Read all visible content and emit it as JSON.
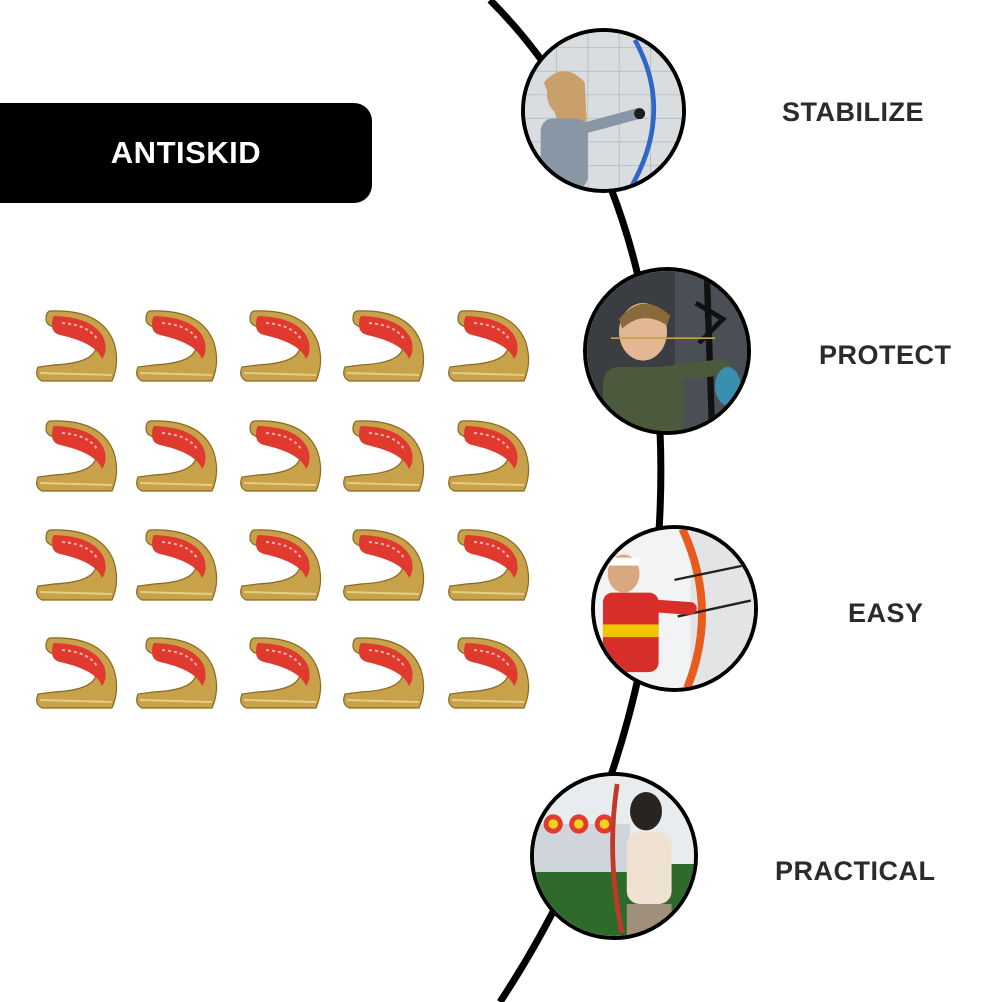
{
  "banner": {
    "label": "ANTISKID"
  },
  "features": [
    {
      "label": "STABILIZE",
      "photo": "girl-with-recurve-bow"
    },
    {
      "label": "PROTECT",
      "photo": "boy-with-compound-bow"
    },
    {
      "label": "EASY",
      "photo": "archer-with-orange-bow"
    },
    {
      "label": "PRACTICAL",
      "photo": "archer-at-indoor-range"
    }
  ],
  "product": {
    "name": "bow-string-nock",
    "rows": 4,
    "columns": 5,
    "count": 20
  },
  "colors": {
    "banner_bg": "#000000",
    "banner_text": "#ffffff",
    "nock_brass": "#c8a24a",
    "nock_red": "#e03a2e",
    "timeline": "#000000",
    "label_text": "#2b2b2b"
  }
}
